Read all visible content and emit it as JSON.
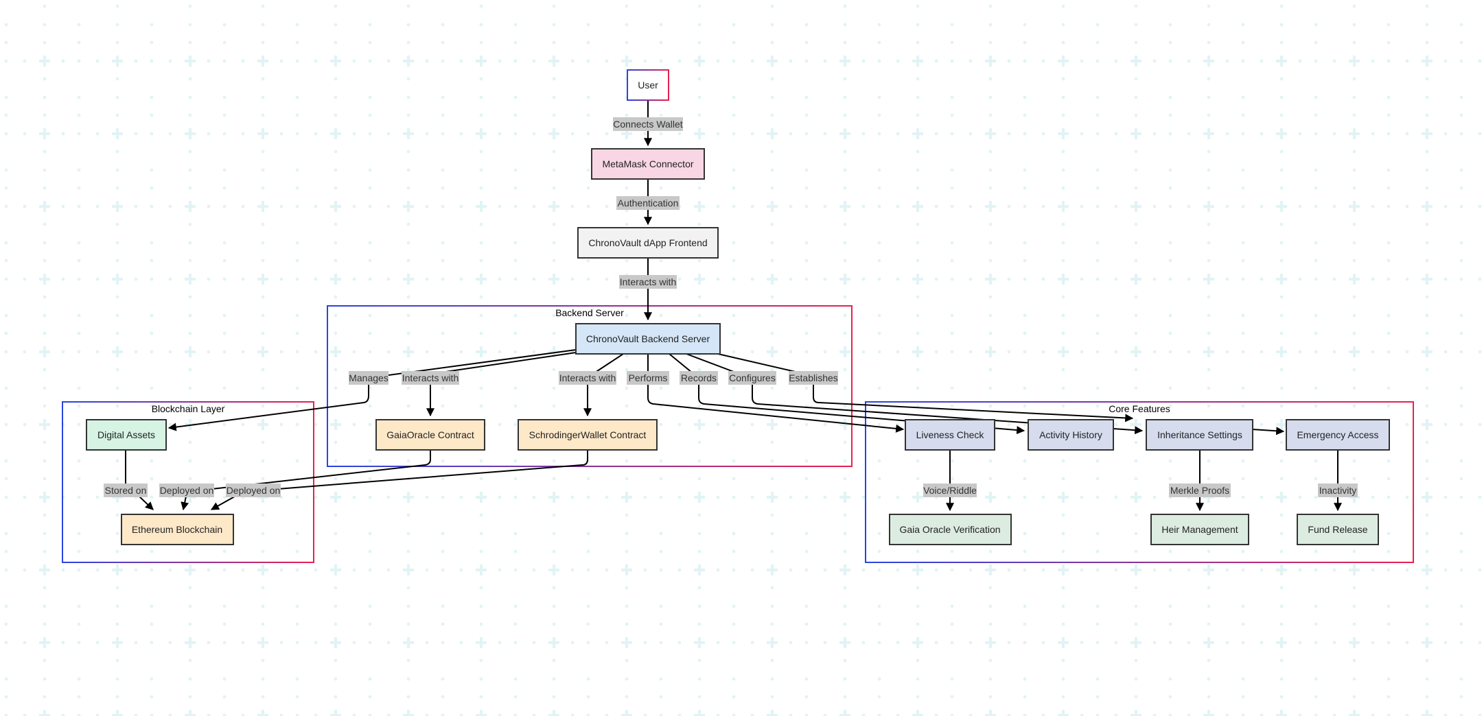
{
  "groups": {
    "backend": "Backend Server",
    "blockchain": "Blockchain Layer",
    "core": "Core Features"
  },
  "nodes": {
    "user": "User",
    "metamask": "MetaMask Connector",
    "frontend": "ChronoVault dApp Frontend",
    "backend_server": "ChronoVault Backend Server",
    "gaia_contract": "GaiaOracle Contract",
    "schrodinger_contract": "SchrodingerWallet Contract",
    "digital_assets": "Digital Assets",
    "ethereum": "Ethereum Blockchain",
    "liveness": "Liveness Check",
    "activity": "Activity History",
    "inheritance": "Inheritance Settings",
    "emergency": "Emergency Access",
    "gaia_verification": "Gaia Oracle Verification",
    "heir": "Heir Management",
    "fund_release": "Fund Release"
  },
  "edges": {
    "connects_wallet": "Connects Wallet",
    "authentication": "Authentication",
    "interacts_with_frontend": "Interacts with",
    "manages": "Manages",
    "interacts_with_gaia": "Interacts with",
    "interacts_with_schrodinger": "Interacts with",
    "performs": "Performs",
    "records": "Records",
    "configures": "Configures",
    "establishes": "Establishes",
    "stored_on": "Stored on",
    "deployed_on_gaia": "Deployed on",
    "deployed_on_schrodinger": "Deployed on",
    "voice_riddle": "Voice/Riddle",
    "merkle_proofs": "Merkle Proofs",
    "inactivity": "Inactivity"
  },
  "colors": {
    "group_gradient_start": "#2845e0",
    "group_gradient_end": "#e8204f",
    "user_fill": "#ffffff",
    "metamask_fill": "#f9d6e4",
    "frontend_fill": "#f2f2f2",
    "backend_fill": "#d4e6f7",
    "contract_fill": "#fde8c8",
    "asset_fill": "#d6f3e4",
    "feature_fill": "#d6dcee",
    "result_fill": "#dcece1",
    "edge_label_bg": "#c8c8c8",
    "background_pattern": "#e1f3f5"
  }
}
